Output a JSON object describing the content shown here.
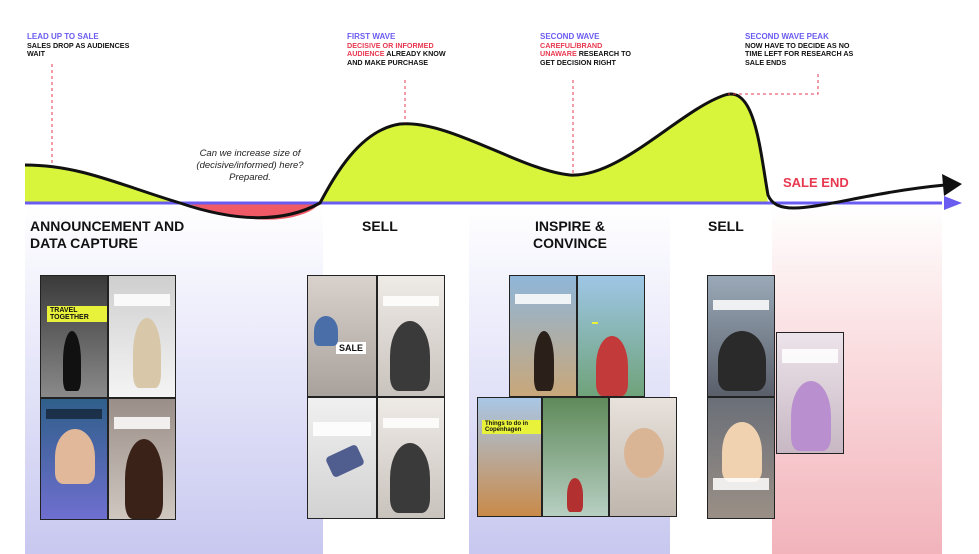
{
  "annotations": {
    "lead_up": {
      "head": "LEAD UP TO SALE",
      "text": "SALES DROP AS AUDIENCES WAIT"
    },
    "first_wave": {
      "head": "FIRST WAVE",
      "highlight": "DECISIVE OR INFORMED AUDIENCE",
      "text": "ALREADY KNOW AND MAKE PURCHASE"
    },
    "second_wave": {
      "head": "SECOND WAVE",
      "highlight": "CAREFUL/BRAND UNAWARE",
      "text": "RESEARCH TO GET DECISION RIGHT"
    },
    "second_peak": {
      "head": "SECOND WAVE PEAK",
      "text": "NOW HAVE TO DECIDE AS NO TIME LEFT FOR RESEARCH AS SALE ENDS"
    }
  },
  "question": "Can we increase size of (decisive/informed) here? Prepared.",
  "sale_end": "SALE END",
  "phases": {
    "announcement": "ANNOUNCEMENT AND DATA CAPTURE",
    "sell1": "SELL",
    "inspire": "INSPIRE & CONVINCE",
    "sell2": "SELL"
  },
  "tile_text": {
    "travel": "TRAVEL TOGETHER",
    "sale": "SALE",
    "copenhagen": "Things to do in Copenhagen"
  },
  "colors": {
    "accent_blue": "#6a5cf0",
    "accent_red": "#e8384f",
    "wave_green": "#d8f53c"
  }
}
